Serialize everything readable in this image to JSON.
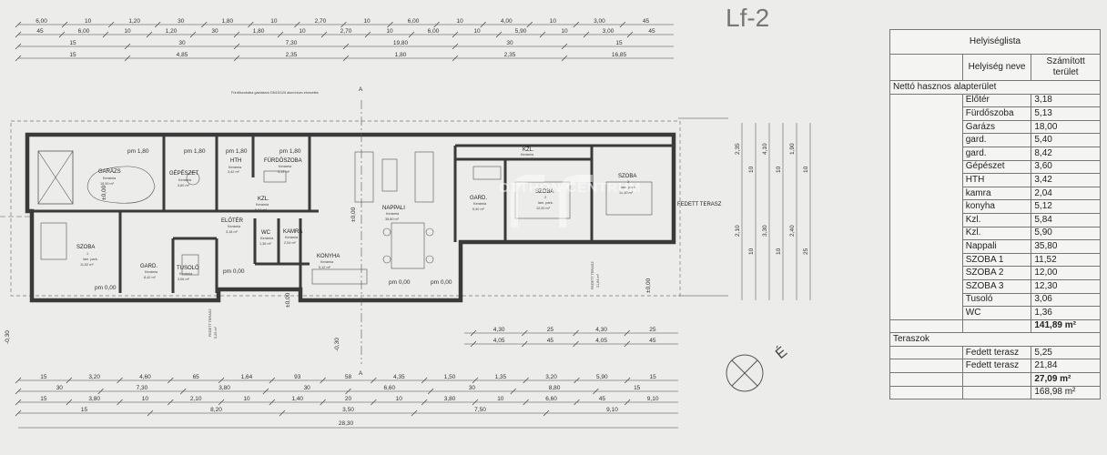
{
  "sheet_label": "Lf-2",
  "room_table": {
    "title": "Helyiséglista",
    "col_name": "Helyiség neve",
    "col_area": "Számított terület",
    "section_net": "Nettó hasznos alapterület",
    "rooms": [
      {
        "name": "Előtér",
        "area": "3,18"
      },
      {
        "name": "Fürdőszoba",
        "area": "5,13"
      },
      {
        "name": "Garázs",
        "area": "18,00"
      },
      {
        "name": "gard.",
        "area": "5,40"
      },
      {
        "name": "gard.",
        "area": "8,42"
      },
      {
        "name": "Gépészet",
        "area": "3,60"
      },
      {
        "name": "HTH",
        "area": "3,42"
      },
      {
        "name": "kamra",
        "area": "2,04"
      },
      {
        "name": "konyha",
        "area": "5,12"
      },
      {
        "name": "Kzl.",
        "area": "5,84"
      },
      {
        "name": "Kzl.",
        "area": "5,90"
      },
      {
        "name": "Nappali",
        "area": "35,80"
      },
      {
        "name": "SZOBA 1",
        "area": "11,52"
      },
      {
        "name": "SZOBA 2",
        "area": "12,00"
      },
      {
        "name": "SZOBA 3",
        "area": "12,30"
      },
      {
        "name": "Tusoló",
        "area": "3,06"
      },
      {
        "name": "WC",
        "area": "1,36"
      }
    ],
    "net_total": "141,89 m²",
    "section_terrace": "Teraszok",
    "terraces": [
      {
        "name": "Fedett terasz",
        "area": "5,25"
      },
      {
        "name": "Fedett terasz",
        "area": "21,84"
      }
    ],
    "terrace_total": "27,09 m²",
    "grand_total": "168,98 m²"
  },
  "plan": {
    "top_dims_row1": [
      "6,00",
      "10",
      "1,20",
      "30",
      "1,80",
      "10",
      "2,70",
      "10",
      "6,00",
      "10",
      "4,00",
      "10",
      "3,00",
      "45"
    ],
    "top_dims_row2": [
      "45",
      "6,00",
      "10",
      "1,20",
      "30",
      "1,80",
      "10",
      "2,70",
      "10",
      "6,00",
      "10",
      "5,90",
      "10",
      "3,00",
      "45"
    ],
    "top_dims_row3": [
      "15",
      "30",
      "7,30",
      "19,80",
      "30",
      "15"
    ],
    "top_dims_row4": [
      "15",
      "4,85",
      "2,35",
      "1,80",
      "2,35",
      "16,85"
    ],
    "bottom_dims_row1": [
      "15",
      "3,20",
      "4,60",
      "65",
      "1,64",
      "93",
      "58",
      "4,35",
      "1,50",
      "1,35",
      "3,20",
      "5,90",
      "15"
    ],
    "bottom_dims_row2": [
      "30",
      "7,30",
      "3,80",
      "30",
      "6,60",
      "30",
      "8,80",
      "15"
    ],
    "bottom_dims_row3": [
      "15",
      "3,80",
      "10",
      "2,10",
      "10",
      "1,40",
      "20",
      "10",
      "3,80",
      "10",
      "6,60",
      "45",
      "9,10"
    ],
    "bottom_dims_row4": [
      "15",
      "8,20",
      "3,50",
      "7,50",
      "9,10"
    ],
    "bottom_total": "28,30",
    "right_terrace_dims": [
      "4,30",
      "25",
      "4,30",
      "25"
    ],
    "right_terrace_dims2": [
      "4,05",
      "45",
      "4,05",
      "45"
    ],
    "right_vertical_dims": [
      "2,35",
      "10",
      "4,10",
      "10",
      "1,90",
      "10",
      "2,10",
      "10",
      "3,30",
      "10",
      "2,40",
      "25"
    ],
    "rooms": {
      "garage": {
        "name": "GARÁZS",
        "note": "Kerámia",
        "area": "18,00 m²"
      },
      "gepeszet": {
        "name": "GÉPÉSZET",
        "note": "Kerámia",
        "area": "3,60 m²"
      },
      "hth": {
        "name": "HTH",
        "note": "Kerámia",
        "area": "3,42 m²"
      },
      "furdo": {
        "name": "FÜRDŐSZOBA",
        "note": "Kerámia",
        "area": "5,13 m²"
      },
      "kzl1": {
        "name": "KZL.",
        "note": "Kerámia",
        "area": "5,84 m²"
      },
      "kzl2": {
        "name": "KZL.",
        "note": "Kerámia",
        "area": "5,90 m²"
      },
      "nappali": {
        "name": "NAPPALI",
        "note": "Kerámia",
        "area": "35,80 m²"
      },
      "szoba1": {
        "name": "SZOBA",
        "num": "1",
        "note": "lam. park.",
        "area": "11,52 m²"
      },
      "gard1": {
        "name": "GARD.",
        "note": "Kerámia",
        "area": "8,42 m²"
      },
      "tusolo": {
        "name": "TUSOLÓ",
        "note": "Kerámia",
        "area": "3,06 m²"
      },
      "eloter": {
        "name": "ELŐTÉR",
        "note": "Kerámia",
        "area": "3,18 m²"
      },
      "wc": {
        "name": "WC",
        "note": "Kerámia",
        "area": "1,36 m²"
      },
      "kamra": {
        "name": "KAMRA",
        "note": "Kerámia",
        "area": "2,04 m²"
      },
      "konyha": {
        "name": "KONYHA",
        "note": "Kerámia",
        "area": "5,12 m²"
      },
      "gard2": {
        "name": "GARD.",
        "note": "Kerámia",
        "area": "5,40 m²"
      },
      "szoba2": {
        "name": "SZOBA",
        "num": "2",
        "note": "lam. park.",
        "area": "12,00 m²"
      },
      "szoba3": {
        "name": "SZOBA",
        "num": "3",
        "note": "lam. park.",
        "area": "12,30 m²"
      }
    },
    "fedett_terasz_right": "FEDETT TERASZ",
    "fedett_terasz_small": "FEDETT TERASZ",
    "fedett_terasz_small_area": "5,25 m²",
    "fedett_terasz_mid": "FEDETT TERASZ",
    "fedett_terasz_mid_area": "21,84 m²",
    "level_marks": [
      "±0,00",
      "±0,00",
      "±0,00",
      "±0,00",
      "-0,30",
      "-0,30"
    ],
    "pm_marks": [
      "pm 1,80",
      "pm 1,80",
      "pm 1,80",
      "pm 1,80",
      "pm 0,00",
      "pm 0,00",
      "pm 0,00",
      "pm 0,00"
    ],
    "note_text": "Fürdőszobába gáztakaró DN15/125 alumínium elvezetés",
    "section_marker": "A",
    "north_marker": "É",
    "watermark": "OTTHON CENTRUM"
  },
  "colors": {
    "paper": "#ececea",
    "ink": "#333333",
    "accent": "#7a7a7a"
  }
}
